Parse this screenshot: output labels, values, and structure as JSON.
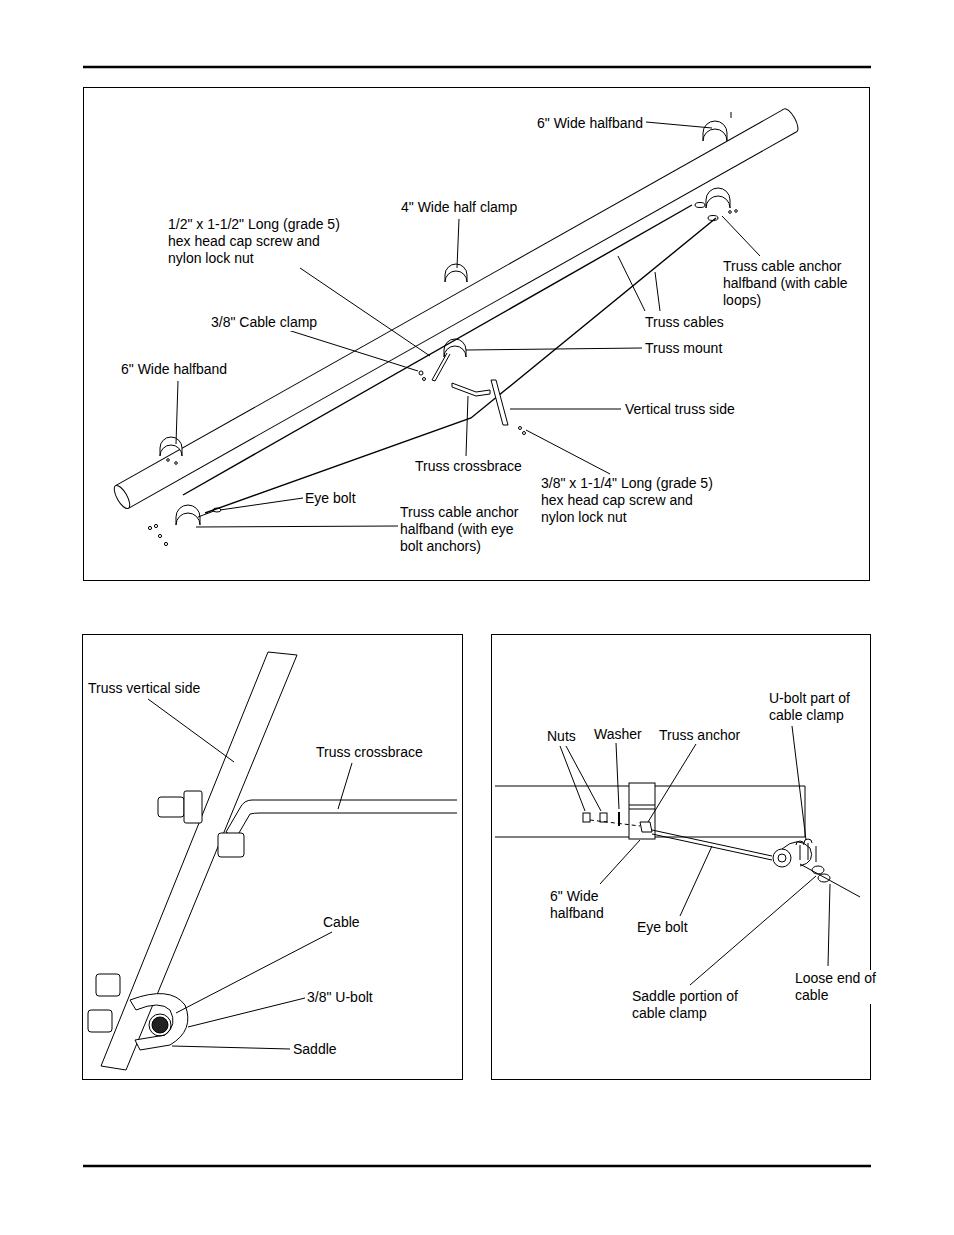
{
  "diagram": {
    "labels": [
      "6\" Wide halfband",
      "4\" Wide half clamp",
      "1/2\" x 1-1/2\" Long (grade 5) hex head cap screw and nylon lock nut",
      "Truss cable anchor halfband (with cable loops)",
      "3/8\" Cable clamp",
      "Truss cables",
      "Truss mount",
      "6\" Wide halfband",
      "Vertical truss side",
      "Truss crossbrace",
      "3/8\" x 1-1/4\" Long (grade 5) hex head cap screw and nylon lock nut",
      "Eye bolt",
      "Truss cable anchor halfband (with eye bolt anchors)",
      "Truss vertical side",
      "Truss crossbrace",
      "Cable",
      "3/8\" U-bolt",
      "Saddle",
      "U-bolt part of cable clamp",
      "Nuts",
      "Washer",
      "Truss anchor",
      "6\" Wide halfband",
      "Eye bolt",
      "Loose end of cable",
      "Saddle portion of cable clamp"
    ]
  }
}
